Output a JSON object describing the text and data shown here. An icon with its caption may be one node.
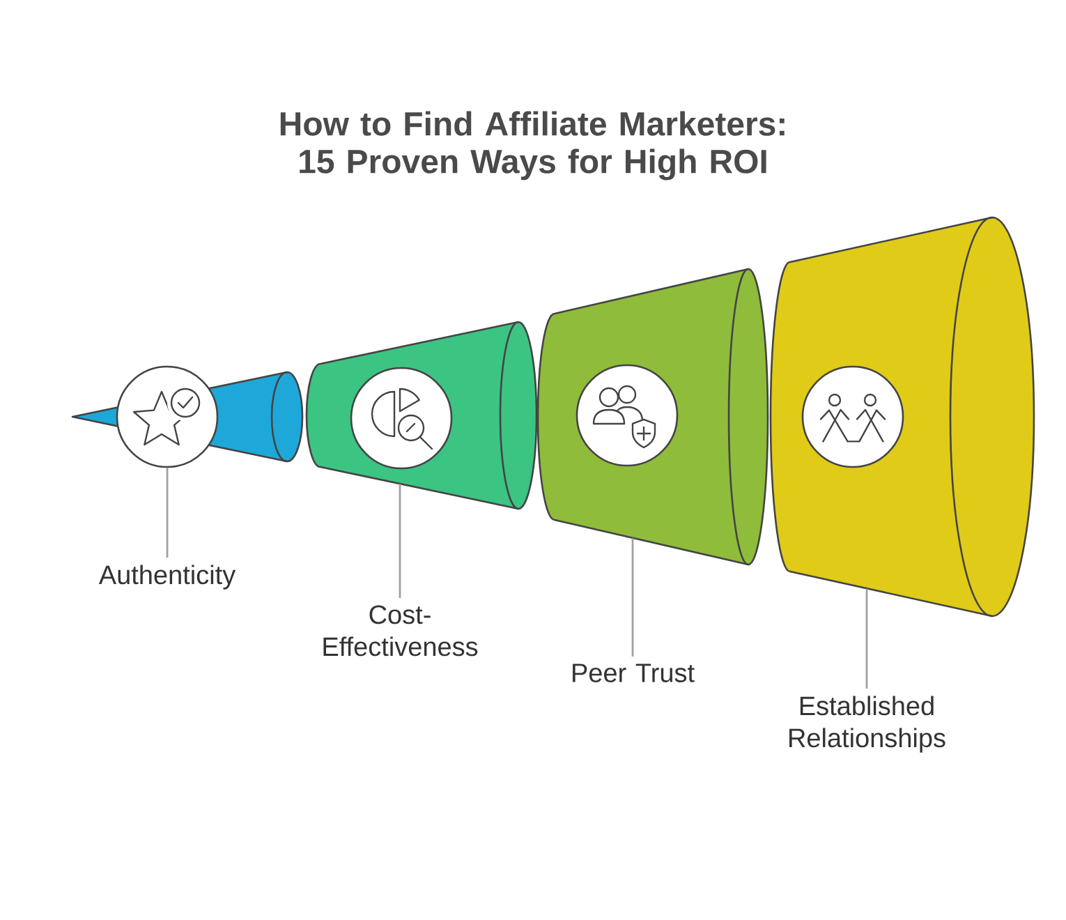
{
  "diagram": {
    "title": "How to Find Affiliate Marketers: 15 Proven Ways for High ROI",
    "nodes": [
      {
        "text": [],
        "shape": "cone"
      },
      {
        "text": [],
        "shape": "picture"
      },
      {
        "text": [],
        "shape": "cone"
      },
      {
        "text": [],
        "shape": "picture",
        "in": 2
      },
      {
        "text": [],
        "shape": "cone"
      },
      {
        "text": [],
        "shape": "picture",
        "in": 4
      },
      {
        "text": [],
        "shape": "cone"
      },
      {
        "text": [],
        "shape": "picture",
        "in": 6
      },
      {
        "text": [
          "Authenticity"
        ]
      },
      {
        "text": [
          "Cost-Effectiveness"
        ]
      },
      {
        "text": [
          "Peer Trust"
        ]
      },
      {
        "text": [
          "Established Relationships"
        ]
      }
    ],
    "edges": [
      {
        "from": 8,
        "to": 1,
        "arrow": "none"
      },
      {
        "from": 9,
        "to": 2,
        "arrow": "none"
      },
      {
        "from": 10,
        "to": 4,
        "arrow": "none"
      },
      {
        "from": 11,
        "to": 6,
        "arrow": "none"
      }
    ]
  }
}
